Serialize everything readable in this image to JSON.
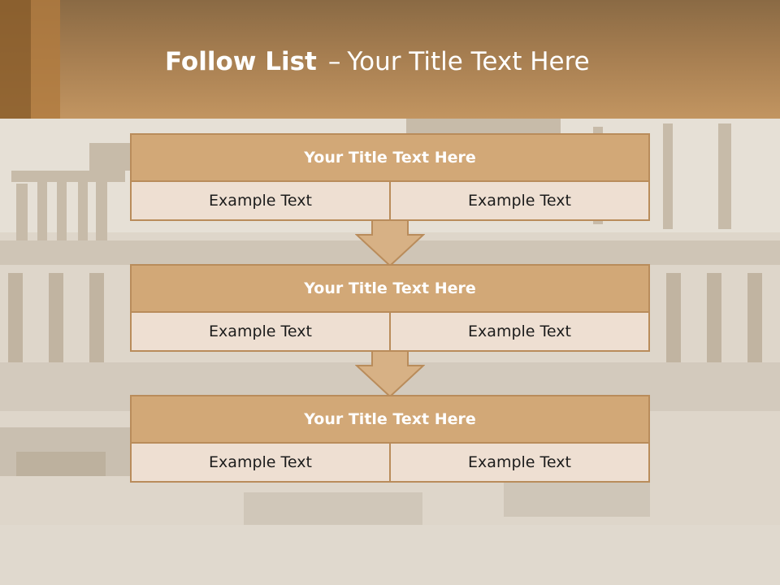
{
  "slide": {
    "title_bold": "Follow List",
    "title_sep": "–",
    "title_rest": "Your Title Text Here"
  },
  "steps": [
    {
      "title": "Your Title Text Here",
      "left": "Example Text",
      "right": "Example Text"
    },
    {
      "title": "Your Title Text Here",
      "left": "Example Text",
      "right": "Example Text"
    },
    {
      "title": "Your Title Text Here",
      "left": "Example Text",
      "right": "Example Text"
    }
  ],
  "colors": {
    "header": "#b08658",
    "box_title": "#d2a877",
    "box_cell": "#eedfd2",
    "box_border": "#b98c5b",
    "arrow_fill": "#d7b185"
  },
  "icons": {
    "step_arrow": "down-arrow-icon"
  }
}
